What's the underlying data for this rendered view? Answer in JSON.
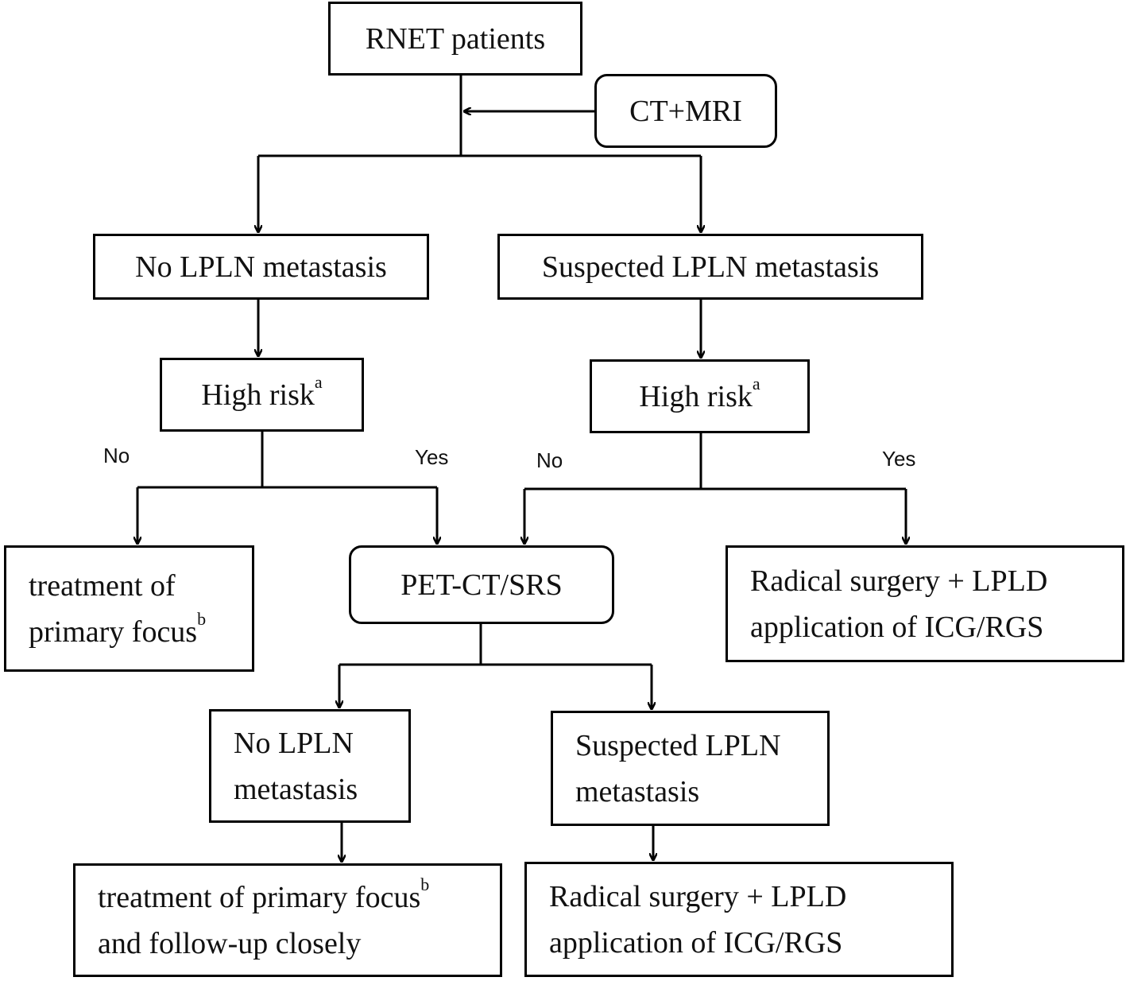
{
  "nodes": {
    "rnet": {
      "text": "RNET patients"
    },
    "ctmri": {
      "text": "CT+MRI"
    },
    "no_lpln": {
      "text": "No LPLN metastasis"
    },
    "suspected_lpln": {
      "text": "Suspected LPLN metastasis"
    },
    "high_risk_left": {
      "text": "High risk",
      "sup": "a"
    },
    "high_risk_right": {
      "text": "High risk",
      "sup": "a"
    },
    "treatment_primary": {
      "line1": "treatment of",
      "line2": "primary focus",
      "sup": "b"
    },
    "petct": {
      "text": "PET-CT/SRS"
    },
    "radical_right": {
      "line1": "Radical surgery + LPLD",
      "line2": "application of ICG/RGS"
    },
    "no_lpln_bottom": {
      "line1": "No LPLN",
      "line2": "metastasis"
    },
    "suspected_bottom": {
      "line1": "Suspected LPLN",
      "line2": "metastasis"
    },
    "treatment_followup": {
      "line1": "treatment of primary focus",
      "sup": "b",
      "line2": "and follow-up closely"
    },
    "radical_bottom": {
      "line1": "Radical surgery + LPLD",
      "line2": "application of ICG/RGS"
    }
  },
  "edge_labels": {
    "left_no": "No",
    "left_yes": "Yes",
    "right_no": "No",
    "right_yes": "Yes"
  }
}
